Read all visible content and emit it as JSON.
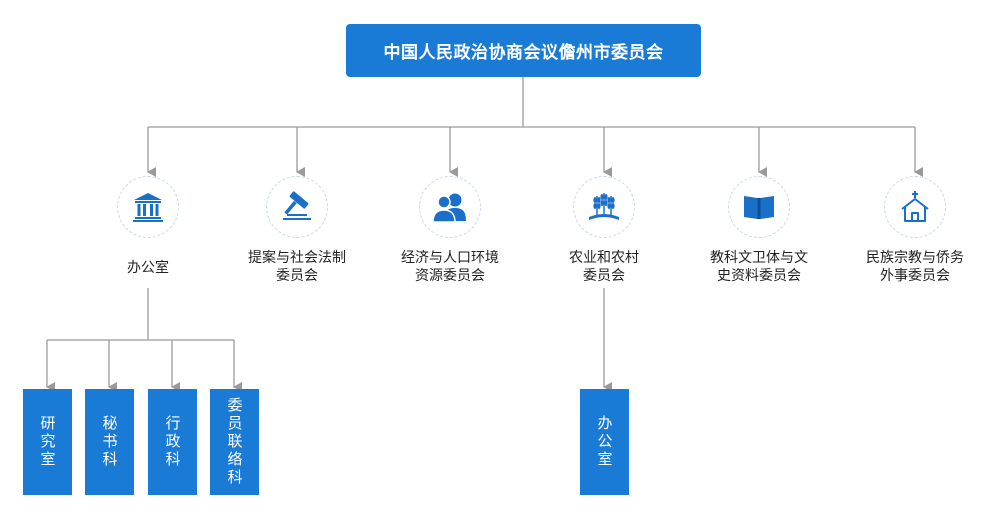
{
  "root": {
    "title": "中国人民政治协商会议儋州市委员会"
  },
  "units": [
    {
      "id": "office",
      "label": "办公室",
      "icon": "institution-building-icon"
    },
    {
      "id": "proposal",
      "label": "提案与社会法制\n委员会",
      "icon": "gavel-icon"
    },
    {
      "id": "economy",
      "label": "经济与人口环境\n资源委员会",
      "icon": "people-icon"
    },
    {
      "id": "agriculture",
      "label": "农业和农村\n委员会",
      "icon": "wheat-icon"
    },
    {
      "id": "education",
      "label": "教科文卫体与文\n史资料委员会",
      "icon": "book-icon"
    },
    {
      "id": "ethnic",
      "label": "民族宗教与侨务\n外事委员会",
      "icon": "chapel-icon"
    }
  ],
  "office_sections": [
    "研究室",
    "秘书科",
    "行政科",
    "委员联络科"
  ],
  "agriculture_sections": [
    "办公室"
  ],
  "colors": {
    "primary": "#1a7bd6",
    "line": "#9a9a9a",
    "icon": "#1a6fc9"
  }
}
